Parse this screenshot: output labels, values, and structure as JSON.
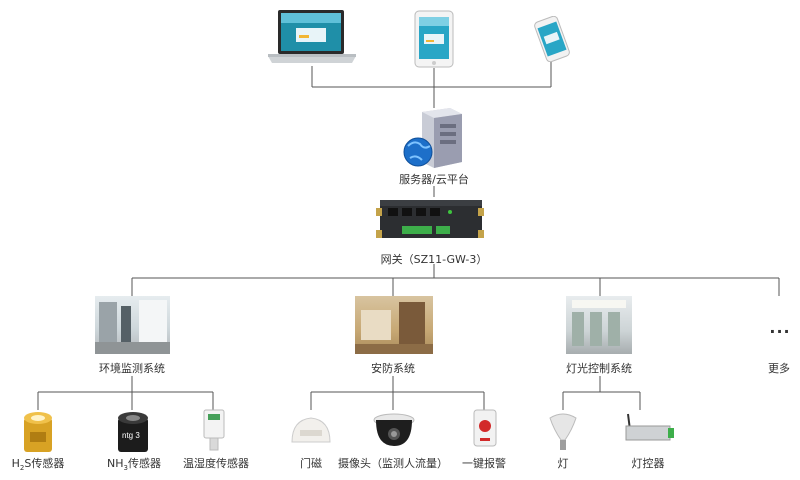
{
  "clients": [
    {
      "name": "laptop"
    },
    {
      "name": "tablet"
    },
    {
      "name": "phone"
    }
  ],
  "server": {
    "label": "服务器/云平台"
  },
  "gateway": {
    "label": "网关（SZ11-GW-3）"
  },
  "systems": [
    {
      "label": "环境监测系统"
    },
    {
      "label": "安防系统"
    },
    {
      "label": "灯光控制系统"
    },
    {
      "label": "更多",
      "ellipsis": "..."
    }
  ],
  "devices": {
    "env": [
      {
        "label_main": "H",
        "label_sub": "2",
        "label_rest": "S传感器"
      },
      {
        "label_main": "NH",
        "label_sub": "3",
        "label_rest": "传感器"
      },
      {
        "label": "温湿度传感器"
      }
    ],
    "security": [
      {
        "label": "门磁"
      },
      {
        "label": "摄像头（监测人流量）"
      },
      {
        "label": "一键报警"
      }
    ],
    "lighting": [
      {
        "label": "灯"
      },
      {
        "label": "灯控器"
      }
    ]
  },
  "sensor_text": "ntg 3",
  "colors": {
    "line": "#555555",
    "text": "#333333"
  }
}
